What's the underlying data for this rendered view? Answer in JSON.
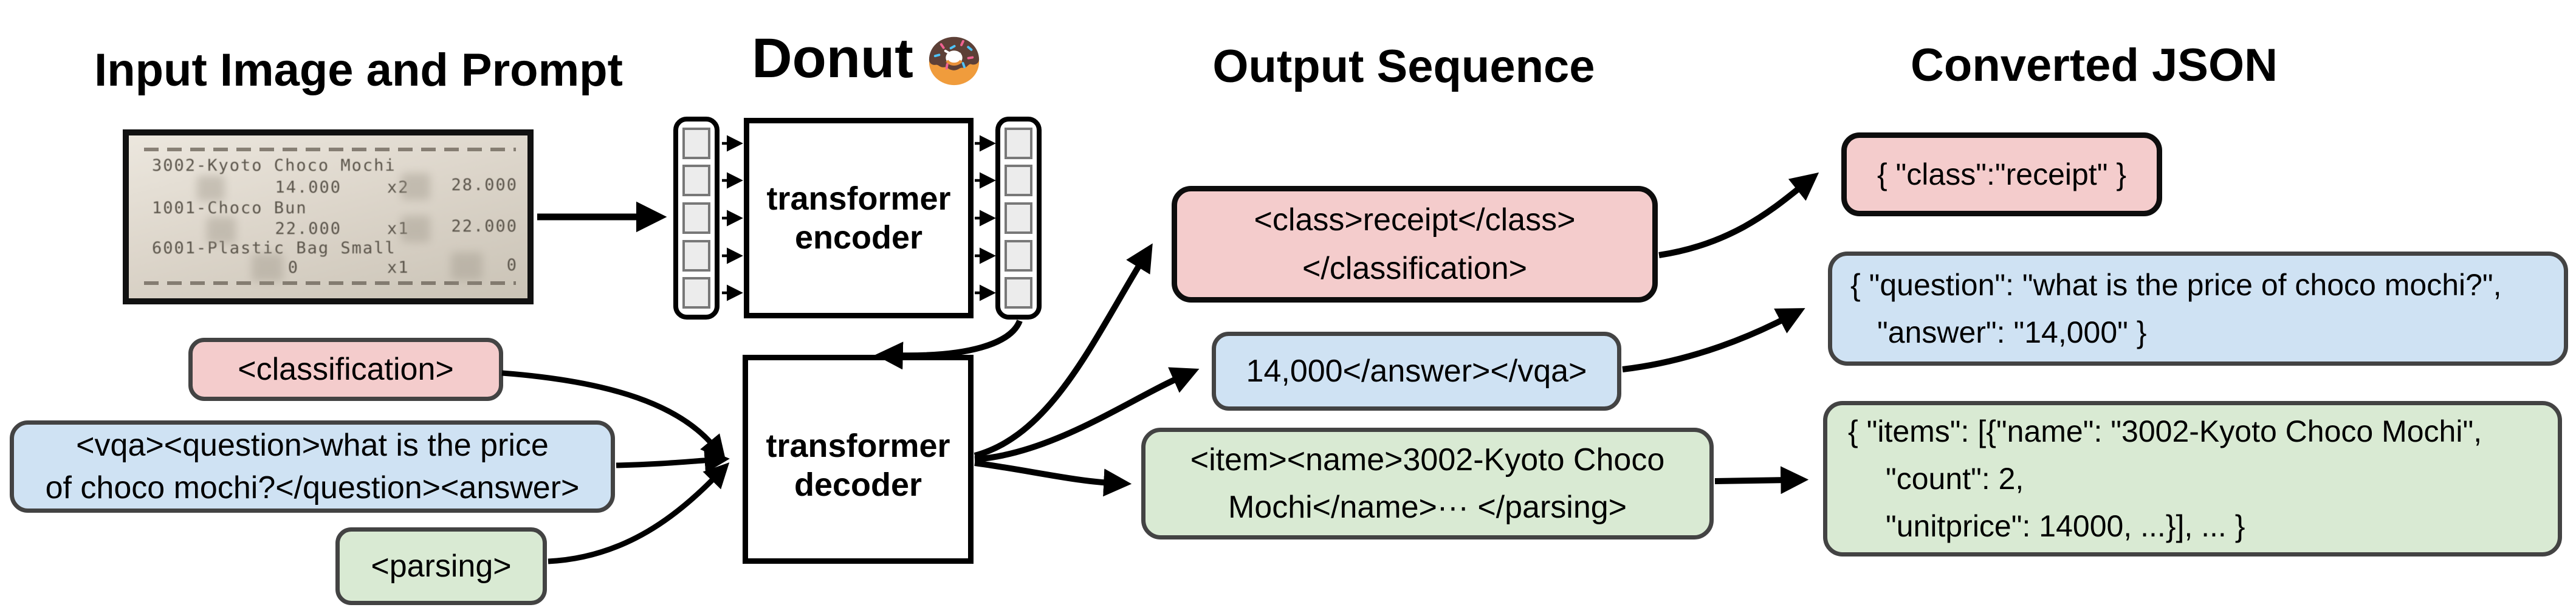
{
  "headers": {
    "column1": "Input Image and Prompt",
    "column2": "Donut",
    "column3": "Output Sequence",
    "column4": "Converted JSON"
  },
  "icons": {
    "donut": "donut-emoji"
  },
  "receipt": {
    "item1_name": "3002-Kyoto Choco Mochi",
    "item1_price": "14.000",
    "item1_qty": "x2",
    "item1_total": "28.000",
    "item2_name": "1001-Choco Bun",
    "item2_price": "22.000",
    "item2_qty": "x1",
    "item2_total": "22.000",
    "item3_name": "6001-Plastic Bag Small",
    "item3_price": "0",
    "item3_qty": "x1",
    "item3_total": "0"
  },
  "model": {
    "encoder_line1": "transformer",
    "encoder_line2": "encoder",
    "decoder_line1": "transformer",
    "decoder_line2": "decoder"
  },
  "prompts": {
    "classification": "<classification>",
    "vqa_line1": "<vqa><question>what is the price",
    "vqa_line2": "of choco mochi?</question><answer>",
    "parsing": "<parsing>"
  },
  "outputs": {
    "classification_line1": "<class>receipt</class>",
    "classification_line2": "</classification>",
    "vqa": "14,000</answer></vqa>",
    "parsing_line1": "<item><name>3002-Kyoto Choco",
    "parsing_line2": "Mochi</name>··· </parsing>"
  },
  "json": {
    "classification": "{ \"class\":\"receipt\" }",
    "vqa_line1": "{ \"question\": \"what is the price of choco mochi?\",",
    "vqa_line2": "\"answer\": \"14,000\" }",
    "parsing_line1": "{ \"items\": [{\"name\": \"3002-Kyoto Choco Mochi\",",
    "parsing_line2": "\"count\": 2,",
    "parsing_line3": "\"unitprice\": 14000, ...}], ... }"
  },
  "colors": {
    "classification_fill": "#f4cccc",
    "vqa_fill": "#cfe2f3",
    "parsing_fill": "#d9ead3",
    "box_border_gray": "#434343",
    "box_border_black": "#0d0d0d",
    "arrow": "#000000",
    "token_fill": "#ececec"
  }
}
